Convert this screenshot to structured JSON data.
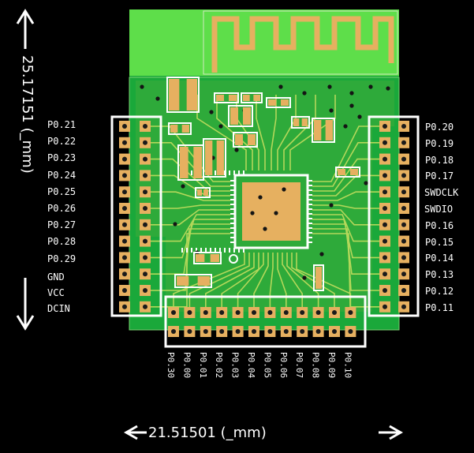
{
  "dimensions": {
    "height_text": "25.17151 (_mm)",
    "width_text": "21.51501 (_mm)"
  },
  "pins": {
    "left": [
      "P0.21",
      "P0.22",
      "P0.23",
      "P0.24",
      "P0.25",
      "P0.26",
      "P0.27",
      "P0.28",
      "P0.29",
      "GND",
      "VCC",
      "DCIN"
    ],
    "right": [
      "P0.20",
      "P0.19",
      "P0.18",
      "P0.17",
      "SWDCLK",
      "SWDIO",
      "P0.16",
      "P0.15",
      "P0.14",
      "P0.13",
      "P0.12",
      "P0.11"
    ],
    "bottom": [
      "P0.30",
      "P0.00",
      "P0.01",
      "P0.02",
      "P0.03",
      "P0.04",
      "P0.05",
      "P0.06",
      "P0.07",
      "P0.08",
      "P0.09",
      "P0.10"
    ]
  },
  "colors": {
    "background": "#000000",
    "board": "#1aa83a",
    "antenna_area": "#5ede4a",
    "trace": "#b4d85a",
    "pad": "#e6b060",
    "outline": "#ffffff"
  }
}
